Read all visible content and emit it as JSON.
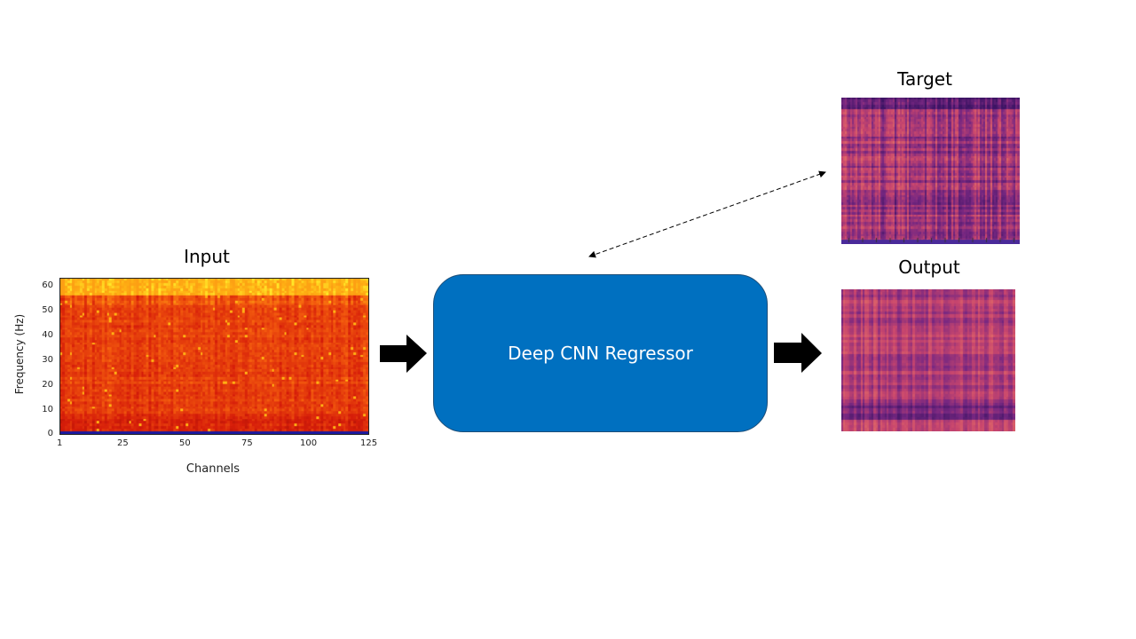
{
  "input": {
    "title": "Input",
    "ylabel": "Frequency (Hz)",
    "xlabel": "Channels",
    "yticks": [
      "60",
      "50",
      "40",
      "30",
      "20",
      "10",
      "0"
    ],
    "xticks": [
      "1",
      "25",
      "50",
      "75",
      "100",
      "125"
    ]
  },
  "model": {
    "label": "Deep CNN Regressor"
  },
  "target": {
    "title": "Target"
  },
  "output": {
    "title": "Output"
  },
  "colors": {
    "model_fill": "#0070c0",
    "arrow": "#000000",
    "input_colormap": "autumn",
    "target_colormap": "magma"
  }
}
